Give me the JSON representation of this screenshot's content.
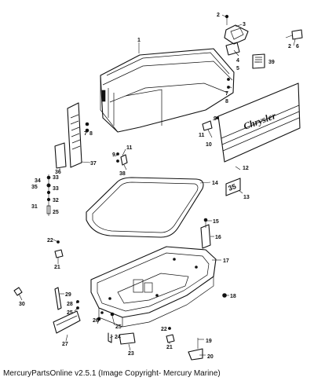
{
  "footer_text": "MercuryPartsOnline v2.5.1 (Image Copyright- Mercury Marine)",
  "decal_brand": "Chrysler",
  "decal_hp": "35",
  "callouts": {
    "c1": "1",
    "c2a": "2",
    "c2b": "2",
    "c3": "3",
    "c4": "4",
    "c5": "5",
    "c6": "6",
    "c39": "39",
    "c7a": "7",
    "c7b": "7",
    "c8a": "8",
    "c8b": "8",
    "c9a": "9",
    "c9b": "9",
    "c10": "10",
    "c11a": "11",
    "c11b": "11",
    "c12": "12",
    "c13": "13",
    "c14": "14",
    "c37": "37",
    "c36": "36",
    "c38": "38",
    "c34": "34",
    "c33a": "33",
    "c35": "35",
    "c33b": "33",
    "c32": "32",
    "c31": "31",
    "c25a": "25",
    "c22a": "22",
    "c21a": "21",
    "c15": "15",
    "c16": "16",
    "c17": "17",
    "c18": "18",
    "c29": "29",
    "c30": "30",
    "c28": "28",
    "c25b": "25",
    "c26": "26",
    "c25c": "25",
    "c27": "27",
    "c24": "24",
    "c23": "23",
    "c22b": "22",
    "c21b": "21",
    "c19": "19",
    "c20": "20"
  }
}
